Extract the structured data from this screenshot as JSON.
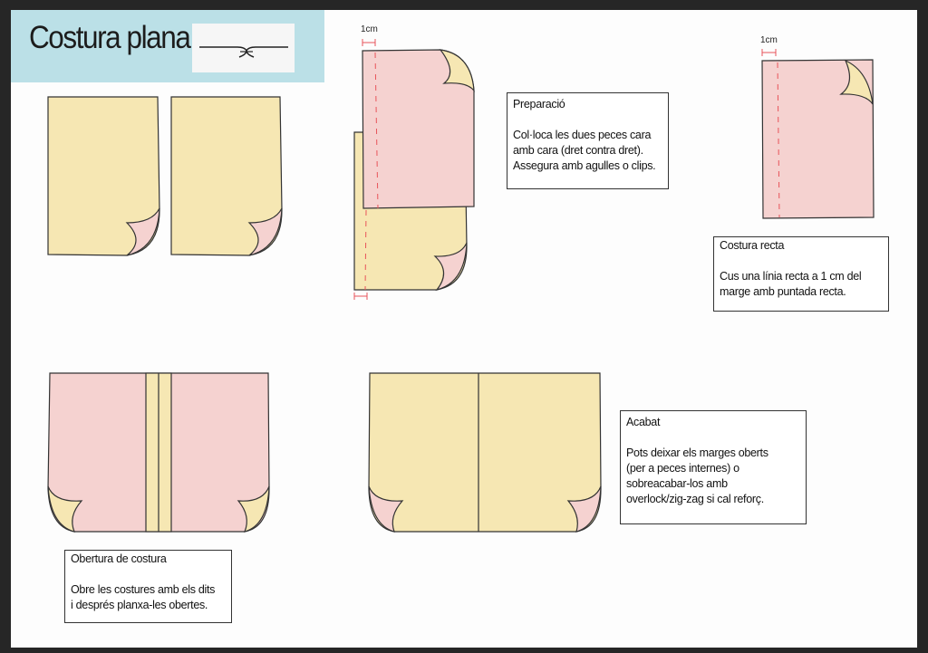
{
  "title": "Costura plana",
  "colors": {
    "banner": "#bbe0e7",
    "yellow": "#f6e7b3",
    "pink": "#f5d2d0",
    "seam": "#e8545a"
  },
  "icons": {
    "banner_icon": "flat-seam-symbol-icon"
  },
  "measure_label": "1cm",
  "steps": [
    {
      "title": "Preparació",
      "lines": [
        "Col·loca les dues peces cara",
        "amb cara (dret contra dret).",
        "Assegura amb agulles o clips."
      ]
    },
    {
      "title": "Costura recta",
      "lines": [
        "Cus una línia recta a 1 cm del",
        "marge amb puntada recta."
      ]
    },
    {
      "title": "Acabat",
      "lines": [
        "Pots deixar els marges oberts",
        "(per a peces internes) o",
        "sobreacabar-los amb",
        "overlock/zig-zag si cal reforç."
      ]
    },
    {
      "title": "Obertura de costura",
      "lines": [
        "Obre les costures amb els dits",
        "i després planxa-les obertes."
      ]
    }
  ]
}
